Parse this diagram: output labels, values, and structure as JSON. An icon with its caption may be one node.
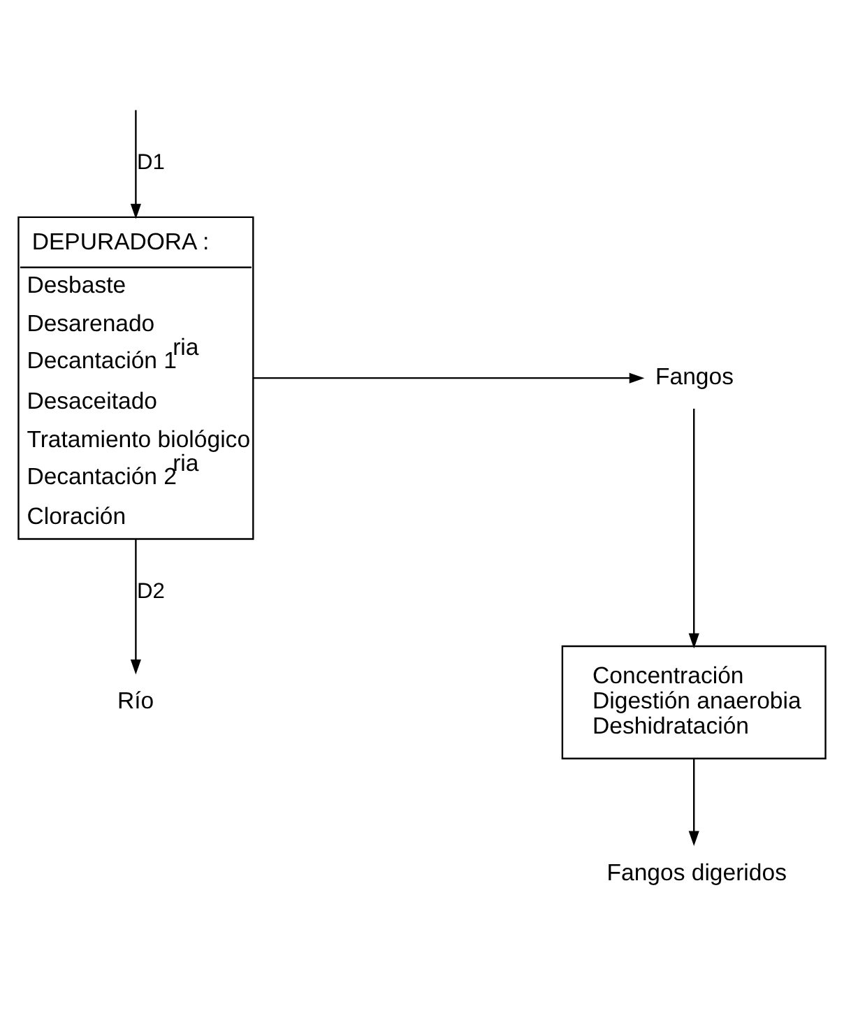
{
  "diagram": {
    "nodes": [
      {
        "text": [
          "DEPURADORA :",
          "Desbaste",
          "Desarenado",
          "Decantación 1$^{ria}$",
          "Desaceitado",
          "Tratamiento biológico",
          "Decantación 2$^{ria}$",
          "Cloración"
        ]
      },
      {
        "text": [
          "Fangos"
        ]
      },
      {
        "text": [
          "Concentración",
          "Digestión anaerobia",
          "Deshidratación"
        ]
      },
      {
        "text": [
          "Fangos digeridos"
        ]
      },
      {
        "text": [
          "Río"
        ]
      }
    ],
    "edges": [
      {
        "from": null,
        "to": 0,
        "arrow": "to",
        "label": "D1"
      },
      {
        "from": 0,
        "to": 1,
        "arrow": "to"
      },
      {
        "from": 1,
        "to": 2,
        "arrow": "to"
      },
      {
        "from": 2,
        "to": 3,
        "arrow": "to"
      },
      {
        "from": 0,
        "to": 4,
        "arrow": "to",
        "label": "D2"
      }
    ]
  }
}
